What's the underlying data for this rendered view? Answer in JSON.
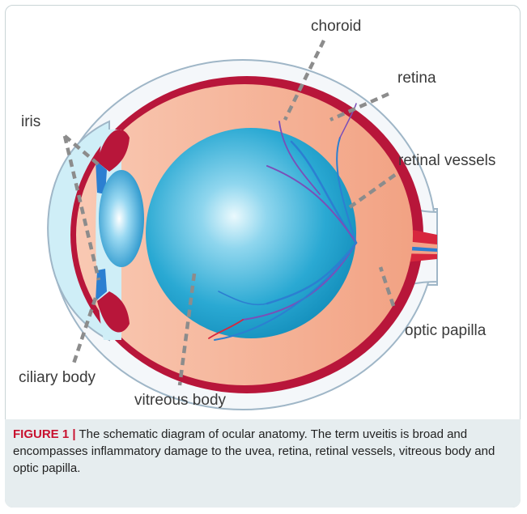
{
  "labels": {
    "choroid": "choroid",
    "retina": "retina",
    "iris": "iris",
    "retinal_vessels": "retinal vessels",
    "optic_papilla": "optic papilla",
    "ciliary_body": "ciliary body",
    "vitreous_body": "vitreous body"
  },
  "caption": {
    "figure_label": "FIGURE 1 |",
    "text": " The schematic diagram of ocular anatomy. The term uveitis is broad and encompasses inflammatory damage to the uvea, retina, retinal vessels, vitreous body and optic papilla."
  },
  "colors": {
    "sclera_border": "#9fb6c7",
    "choroid": "#b8163a",
    "retina": "#f3a287",
    "vitreous": "#1ea7cf",
    "cornea": "#cfeef7",
    "lens": "#3bb4e0",
    "vessel_red": "#d7263d",
    "vessel_blue": "#2c7fd1",
    "leader": "#8c8c8c",
    "caption_bg": "#e6edef",
    "figure_label": "#c8102e"
  }
}
